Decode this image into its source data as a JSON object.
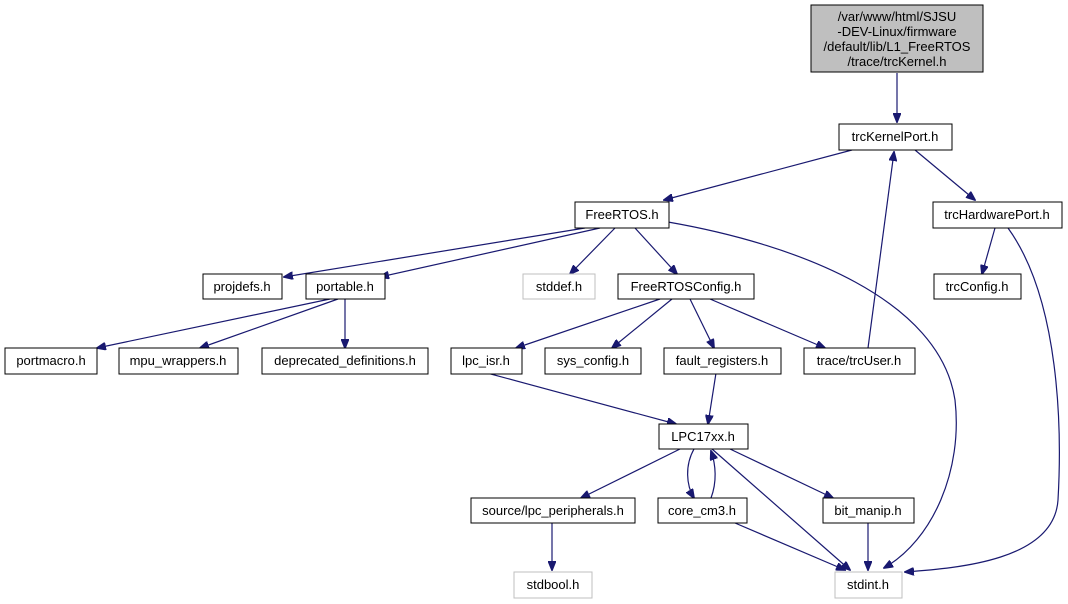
{
  "nodes": {
    "root_line1": "/var/www/html/SJSU",
    "root_line2": "-DEV-Linux/firmware",
    "root_line3": "/default/lib/L1_FreeRTOS",
    "root_line4": "/trace/trcKernel.h",
    "trcKernelPort": "trcKernelPort.h",
    "freertos": "FreeRTOS.h",
    "trcHardwarePort": "trcHardwarePort.h",
    "projdefs": "projdefs.h",
    "portable": "portable.h",
    "stddef": "stddef.h",
    "freertosconfig": "FreeRTOSConfig.h",
    "trcConfig": "trcConfig.h",
    "portmacro": "portmacro.h",
    "mpu_wrappers": "mpu_wrappers.h",
    "deprecated": "deprecated_definitions.h",
    "lpc_isr": "lpc_isr.h",
    "sys_config": "sys_config.h",
    "fault_registers": "fault_registers.h",
    "trcUser": "trace/trcUser.h",
    "lpc17xx": "LPC17xx.h",
    "lpc_peripherals": "source/lpc_peripherals.h",
    "core_cm3": "core_cm3.h",
    "bit_manip": "bit_manip.h",
    "stdbool": "stdbool.h",
    "stdint": "stdint.h"
  },
  "colors": {
    "edge": "#191970",
    "root_fill": "#bfbfbf",
    "missing_border": "#bfbfbf"
  }
}
